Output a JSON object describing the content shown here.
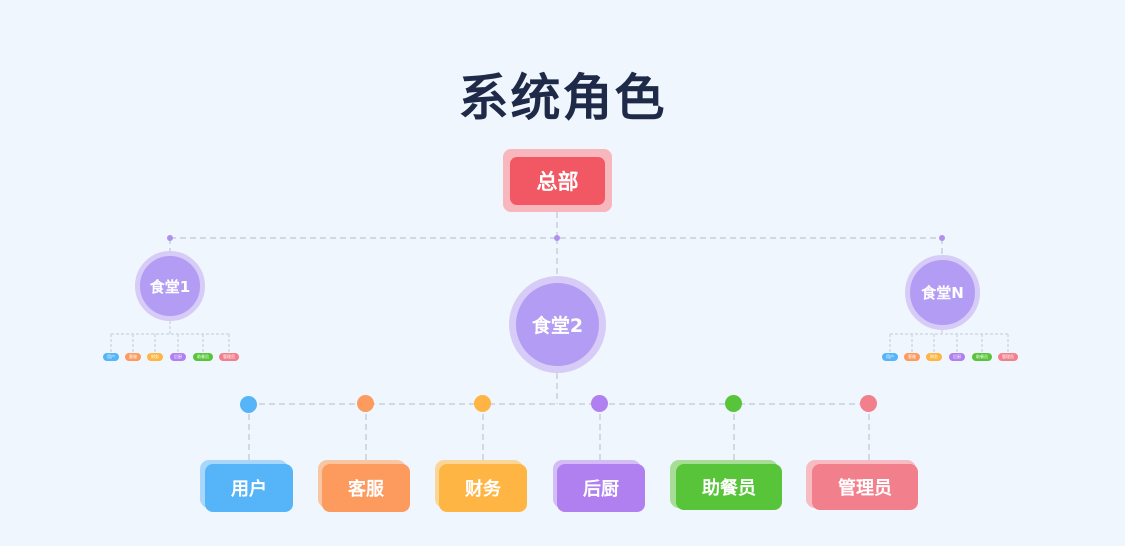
{
  "title": "系统角色",
  "headquarters": {
    "label": "总部",
    "color": "#f25863",
    "halo": "#f7b7bc"
  },
  "canteens": [
    {
      "label": "食堂1"
    },
    {
      "label": "食堂2"
    },
    {
      "label": "食堂N"
    }
  ],
  "roles": [
    {
      "label": "用户",
      "color": "#56b4f9",
      "back": "#a9d6fb"
    },
    {
      "label": "客服",
      "color": "#fd9a5d",
      "back": "#f9c6a4"
    },
    {
      "label": "财务",
      "color": "#ffb543",
      "back": "#fbd699"
    },
    {
      "label": "后厨",
      "color": "#b07ff0",
      "back": "#d4bdf6"
    },
    {
      "label": "助餐员",
      "color": "#58c43a",
      "back": "#a8dd98"
    },
    {
      "label": "管理员",
      "color": "#f2808c",
      "back": "#f6bcc2"
    }
  ],
  "mini_roles": [
    "用户",
    "客服",
    "财务",
    "后厨",
    "助餐员",
    "管理员"
  ],
  "colors": {
    "background": "#eff6fd",
    "line": "#d3d9e4",
    "junction": "#b090ee",
    "canteen": "#b39cf3",
    "canteen_halo": "#d7cbf7"
  }
}
